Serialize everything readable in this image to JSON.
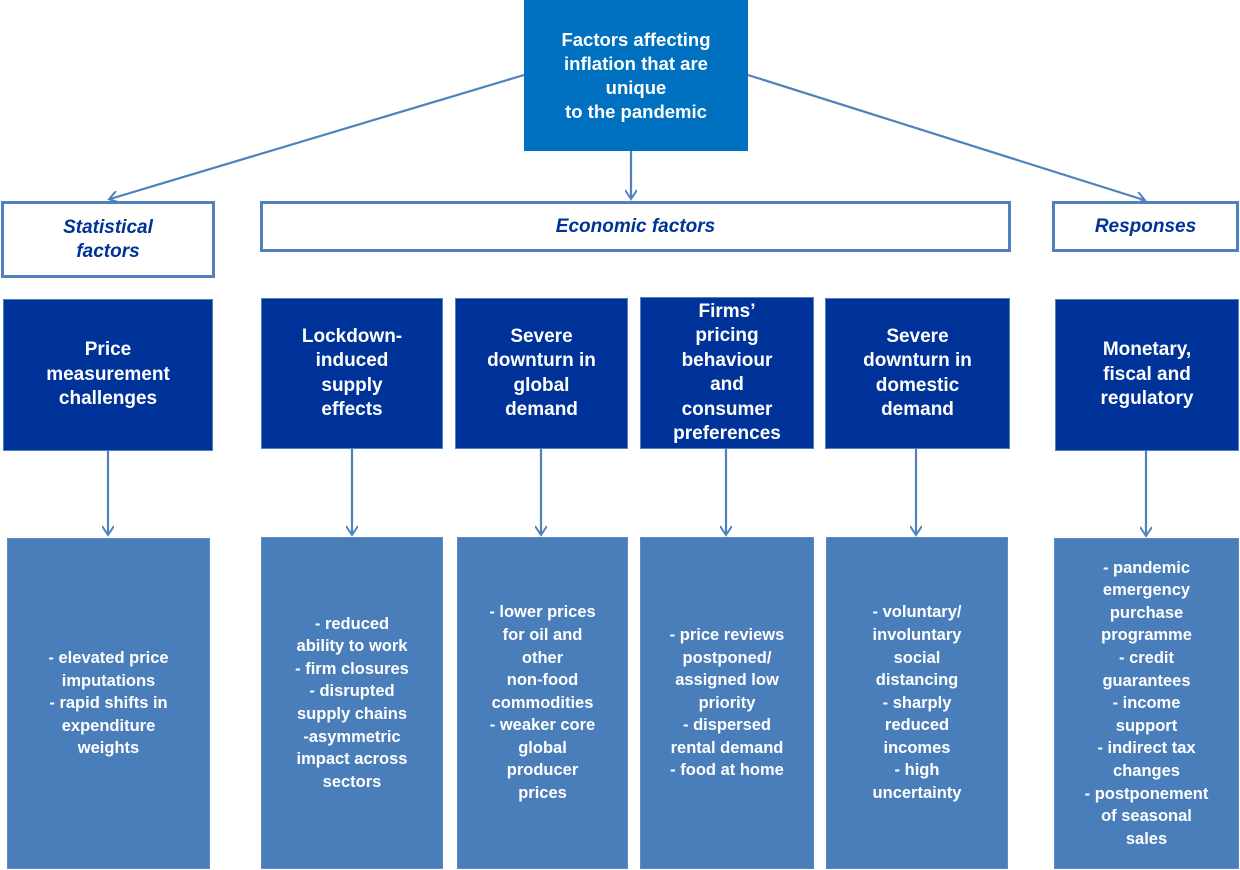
{
  "diagram": {
    "root": {
      "label": "Factors affecting\ninflation that are\nunique\nto the pandemic"
    },
    "categories": [
      {
        "label": "Statistical\nfactors"
      },
      {
        "label": "Economic factors"
      },
      {
        "label": "Responses"
      }
    ],
    "factors": [
      {
        "label": "Price\nmeasurement\nchallenges",
        "category": "Statistical factors",
        "details": "-  elevated price\nimputations\n-  rapid shifts in\nexpenditure\nweights"
      },
      {
        "label": "Lockdown-\ninduced\nsupply\neffects",
        "category": "Economic factors",
        "details": "- reduced\nability to work\n- firm closures\n- disrupted\nsupply chains\n-asymmetric\nimpact across\nsectors"
      },
      {
        "label": "Severe\ndownturn in\nglobal\ndemand",
        "category": "Economic factors",
        "details": "- lower prices\nfor oil and\nother\nnon-food\ncommodities\n- weaker core\nglobal\nproducer\nprices"
      },
      {
        "label": "Firms’\npricing\nbehaviour\nand\nconsumer\npreferences",
        "category": "Economic factors",
        "details": "- price reviews\npostponed/\nassigned low\npriority\n- dispersed\nrental demand\n- food at home"
      },
      {
        "label": "Severe\ndownturn in\ndomestic\ndemand",
        "category": "Economic factors",
        "details": "- voluntary/\ninvoluntary\nsocial\ndistancing\n- sharply\nreduced\nincomes\n- high\nuncertainty"
      },
      {
        "label": "Monetary,\nfiscal and\nregulatory",
        "category": "Responses",
        "details": "- pandemic\nemergency\npurchase\nprogramme\n- credit\nguarantees\n- income\nsupport\n- indirect tax\nchanges\n- postponement\nof seasonal\nsales"
      }
    ],
    "colors": {
      "root_fill": "#0070C0",
      "category_border": "#4F81BD",
      "category_text": "#003399",
      "factor_fill": "#003399",
      "detail_fill": "#4A7EBB",
      "connector": "#4F81BD"
    }
  }
}
